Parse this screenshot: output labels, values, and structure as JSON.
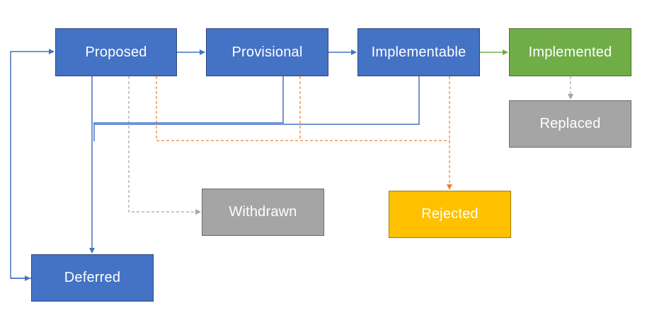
{
  "colors": {
    "blue": "#4472C4",
    "green": "#70AD47",
    "gray": "#A5A5A5",
    "gold": "#FFC000",
    "edge_blue": "#4472C4",
    "edge_green": "#70AD47",
    "edge_orange": "#ED7D31",
    "edge_gray": "#A5A5A5"
  },
  "nodes": {
    "proposed": {
      "label": "Proposed",
      "color": "#4472C4"
    },
    "provisional": {
      "label": "Provisional",
      "color": "#4472C4"
    },
    "implementable": {
      "label": "Implementable",
      "color": "#4472C4"
    },
    "implemented": {
      "label": "Implemented",
      "color": "#70AD47"
    },
    "replaced": {
      "label": "Replaced",
      "color": "#A5A5A5"
    },
    "withdrawn": {
      "label": "Withdrawn",
      "color": "#A5A5A5"
    },
    "rejected": {
      "label": "Rejected",
      "color": "#FFC000"
    },
    "deferred": {
      "label": "Deferred",
      "color": "#4472C4"
    }
  },
  "edges": [
    {
      "from": "proposed",
      "to": "provisional",
      "style": "solid",
      "color": "#4472C4"
    },
    {
      "from": "provisional",
      "to": "implementable",
      "style": "solid",
      "color": "#4472C4"
    },
    {
      "from": "implementable",
      "to": "implemented",
      "style": "solid",
      "color": "#70AD47"
    },
    {
      "from": "implemented",
      "to": "replaced",
      "style": "dashed",
      "color": "#A5A5A5"
    },
    {
      "from": "proposed",
      "to": "withdrawn",
      "style": "dashed",
      "color": "#A5A5A5"
    },
    {
      "from": "proposed",
      "to": "rejected",
      "style": "dashed",
      "color": "#ED7D31"
    },
    {
      "from": "provisional",
      "to": "rejected",
      "style": "dashed",
      "color": "#ED7D31"
    },
    {
      "from": "implementable",
      "to": "rejected",
      "style": "dashed",
      "color": "#ED7D31"
    },
    {
      "from": "proposed",
      "to": "deferred",
      "style": "solid",
      "color": "#4472C4"
    },
    {
      "from": "provisional",
      "to": "deferred",
      "style": "solid",
      "color": "#4472C4"
    },
    {
      "from": "implementable",
      "to": "deferred",
      "style": "solid",
      "color": "#4472C4"
    },
    {
      "from": "deferred",
      "to": "proposed",
      "style": "solid",
      "color": "#4472C4"
    }
  ]
}
